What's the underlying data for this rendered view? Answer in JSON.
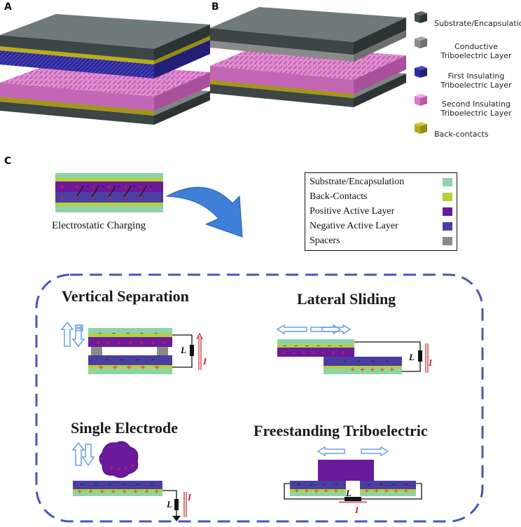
{
  "panels": {
    "a": "A",
    "b": "B",
    "c": "C"
  },
  "legend_a": {
    "items": [
      {
        "label": "Substrate/Encapsulation",
        "color": "#3f4c4c"
      },
      {
        "label": "Conductive\nTriboelectric Layer",
        "color": "#8a8a8a"
      },
      {
        "label": "First Insulating\nTriboelectric Layer",
        "color": "#2f2a9a"
      },
      {
        "label": "Second Insulating\nTriboelectric Layer",
        "color": "#d879c8"
      },
      {
        "label": "Back-contacts",
        "color": "#b9ac1e"
      }
    ]
  },
  "legend_c": {
    "items": [
      {
        "label": "Substrate/Encapsulation",
        "color": "#8fd3a8"
      },
      {
        "label": "Back-Contacts",
        "color": "#b7cf3a"
      },
      {
        "label": "Positive Active Layer",
        "color": "#6a1a9a"
      },
      {
        "label": "Negative Active Layer",
        "color": "#4a3fa0"
      },
      {
        "label": "Spacers",
        "color": "#8a8a8a"
      }
    ]
  },
  "charging_caption": "Electrostatic Charging",
  "modes": {
    "vertical": "Vertical Separation",
    "lateral": "Lateral Sliding",
    "single": "Single Electrode",
    "freestanding": "Freestanding Triboelectric"
  },
  "labels": {
    "load": "L",
    "current": "I",
    "neg": "–",
    "pos": "+"
  }
}
